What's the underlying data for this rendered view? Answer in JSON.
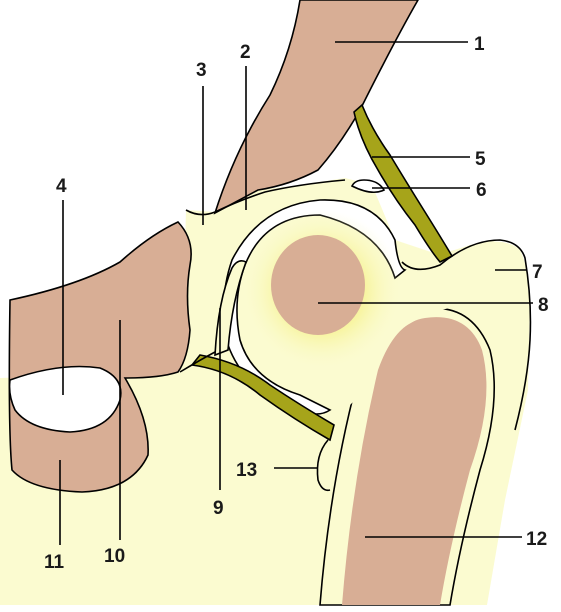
{
  "labels": [
    "1",
    "2",
    "3",
    "4",
    "5",
    "6",
    "7",
    "8",
    "9",
    "10",
    "11",
    "12",
    "13"
  ],
  "colors": {
    "bone": "#d8ae95",
    "cartilage": "#fbfbd0",
    "ligament": "#a6a41a",
    "cavity": "#ffffff",
    "glow": "#f3ee5e",
    "outline": "#000000"
  }
}
